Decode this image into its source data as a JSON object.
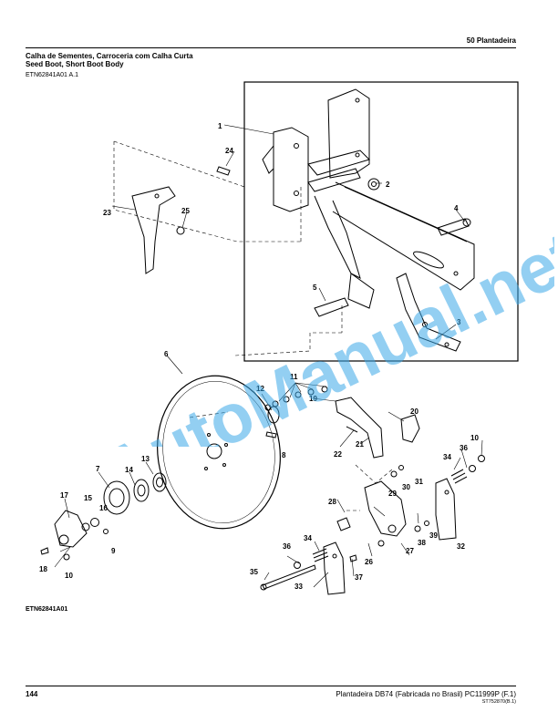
{
  "header": {
    "section": "50  Plantadeira",
    "title_pt": "Calha de Sementes, Carroceria com Calha Curta",
    "title_en": "Seed Boot, Short Boot Body",
    "figure_id": "ETN62841A01  A.1"
  },
  "figure": {
    "caption": "ETN62841A01",
    "callouts": [
      "1",
      "2",
      "3",
      "4",
      "5",
      "6",
      "7",
      "8",
      "9",
      "10",
      "10",
      "11",
      "12",
      "13",
      "14",
      "15",
      "16",
      "17",
      "18",
      "19",
      "20",
      "21",
      "22",
      "23",
      "24",
      "25",
      "26",
      "27",
      "28",
      "29",
      "30",
      "31",
      "32",
      "33",
      "34",
      "34",
      "35",
      "36",
      "36",
      "37",
      "38",
      "39"
    ]
  },
  "watermark": {
    "text": "AutoManual.net",
    "color": "#3aa8e8"
  },
  "footer": {
    "page_number": "144",
    "publication": "Plantadeira DB74 (Fabricada no Brasil)    PC11999P    (F.1)",
    "stamp": "ST752870(B.1)"
  }
}
